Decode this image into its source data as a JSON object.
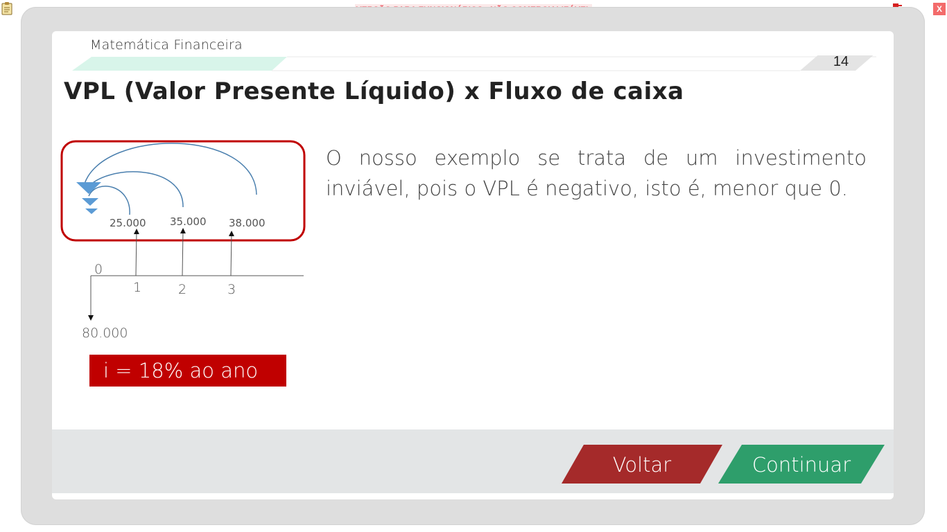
{
  "banner": {
    "text": "VERSÃO PARA FUNCIONÁRIOS - NÃO COMERCIALIZÁVEL"
  },
  "window": {
    "close_label": "X"
  },
  "header": {
    "module_title": "Matemática Financeira",
    "page_number": "14"
  },
  "slide": {
    "title": "VPL (Valor Presente Líquido) x Fluxo de caixa",
    "body": "O nosso exemplo se trata de um investimento inviável, pois o VPL é negativo, isto é, menor que 0."
  },
  "diagram": {
    "inflows": [
      {
        "period": "1",
        "value": "25.000"
      },
      {
        "period": "2",
        "value": "35.000"
      },
      {
        "period": "3",
        "value": "38.000"
      }
    ],
    "origin_label": "0",
    "outflow_value": "80.000",
    "rate": "i = 18% ao ano"
  },
  "nav": {
    "back_label": "Voltar",
    "continue_label": "Continuar"
  },
  "colors": {
    "accent_red": "#c00000",
    "back_button": "#a52a2a",
    "continue_button": "#2e9e6b",
    "banner_text": "#e8414e",
    "header_stripe": "#d8f5ea"
  }
}
